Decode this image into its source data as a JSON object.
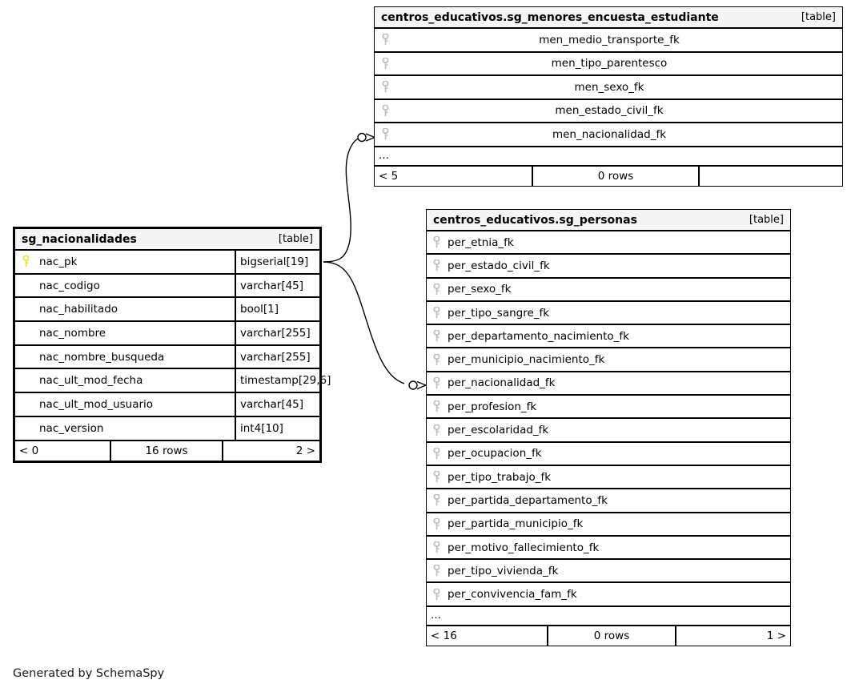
{
  "diagram": {
    "kind": "database-schema-er-diagram",
    "caption": "Generated by SchemaSpy",
    "table_tag": "[table]",
    "more_rows_indicator": "…",
    "colors": {
      "primary_key_icon": "#e8e82a",
      "foreign_key_icon": "#bdbdbd",
      "header_background": "#f5f5f5",
      "border": "#000000",
      "background": "#ffffff"
    }
  },
  "tables": [
    {
      "id": "menores",
      "title": "centros_educativos.sg_menores_encuesta_estudiante",
      "tag": "[table]",
      "columns": [
        {
          "name": "men_medio_transporte_fk",
          "key": "foreign",
          "type": ""
        },
        {
          "name": "men_tipo_parentesco",
          "key": "foreign",
          "type": ""
        },
        {
          "name": "men_sexo_fk",
          "key": "foreign",
          "type": ""
        },
        {
          "name": "men_estado_civil_fk",
          "key": "foreign",
          "type": ""
        },
        {
          "name": "men_nacionalidad_fk",
          "key": "foreign",
          "type": ""
        }
      ],
      "has_more": true,
      "footer": {
        "left": "< 5",
        "middle": "0 rows",
        "right": ""
      }
    },
    {
      "id": "nacionalidades",
      "title": "sg_nacionalidades",
      "tag": "[table]",
      "columns": [
        {
          "name": "nac_pk",
          "key": "primary",
          "type": "bigserial[19]"
        },
        {
          "name": "nac_codigo",
          "key": "none",
          "type": "varchar[45]"
        },
        {
          "name": "nac_habilitado",
          "key": "none",
          "type": "bool[1]"
        },
        {
          "name": "nac_nombre",
          "key": "none",
          "type": "varchar[255]"
        },
        {
          "name": "nac_nombre_busqueda",
          "key": "none",
          "type": "varchar[255]"
        },
        {
          "name": "nac_ult_mod_fecha",
          "key": "none",
          "type": "timestamp[29,6]"
        },
        {
          "name": "nac_ult_mod_usuario",
          "key": "none",
          "type": "varchar[45]"
        },
        {
          "name": "nac_version",
          "key": "none",
          "type": "int4[10]"
        }
      ],
      "has_more": false,
      "footer": {
        "left": "< 0",
        "middle": "16 rows",
        "right": "2 >"
      }
    },
    {
      "id": "personas",
      "title": "centros_educativos.sg_personas",
      "tag": "[table]",
      "columns": [
        {
          "name": "per_etnia_fk",
          "key": "foreign",
          "type": ""
        },
        {
          "name": "per_estado_civil_fk",
          "key": "foreign",
          "type": ""
        },
        {
          "name": "per_sexo_fk",
          "key": "foreign",
          "type": ""
        },
        {
          "name": "per_tipo_sangre_fk",
          "key": "foreign",
          "type": ""
        },
        {
          "name": "per_departamento_nacimiento_fk",
          "key": "foreign",
          "type": ""
        },
        {
          "name": "per_municipio_nacimiento_fk",
          "key": "foreign",
          "type": ""
        },
        {
          "name": "per_nacionalidad_fk",
          "key": "foreign",
          "type": ""
        },
        {
          "name": "per_profesion_fk",
          "key": "foreign",
          "type": ""
        },
        {
          "name": "per_escolaridad_fk",
          "key": "foreign",
          "type": ""
        },
        {
          "name": "per_ocupacion_fk",
          "key": "foreign",
          "type": ""
        },
        {
          "name": "per_tipo_trabajo_fk",
          "key": "foreign",
          "type": ""
        },
        {
          "name": "per_partida_departamento_fk",
          "key": "foreign",
          "type": ""
        },
        {
          "name": "per_partida_municipio_fk",
          "key": "foreign",
          "type": ""
        },
        {
          "name": "per_motivo_fallecimiento_fk",
          "key": "foreign",
          "type": ""
        },
        {
          "name": "per_tipo_vivienda_fk",
          "key": "foreign",
          "type": ""
        },
        {
          "name": "per_convivencia_fam_fk",
          "key": "foreign",
          "type": ""
        }
      ],
      "has_more": true,
      "footer": {
        "left": "< 16",
        "middle": "0 rows",
        "right": "1 >"
      }
    }
  ],
  "relationships": [
    {
      "from_table": "sg_nacionalidades",
      "from_column": "nac_pk",
      "to_table": "centros_educativos.sg_menores_encuesta_estudiante",
      "to_column": "men_nacionalidad_fk",
      "cardinality": "one-to-zero-or-many"
    },
    {
      "from_table": "sg_nacionalidades",
      "from_column": "nac_pk",
      "to_table": "centros_educativos.sg_personas",
      "to_column": "per_nacionalidad_fk",
      "cardinality": "one-to-zero-or-many"
    }
  ]
}
